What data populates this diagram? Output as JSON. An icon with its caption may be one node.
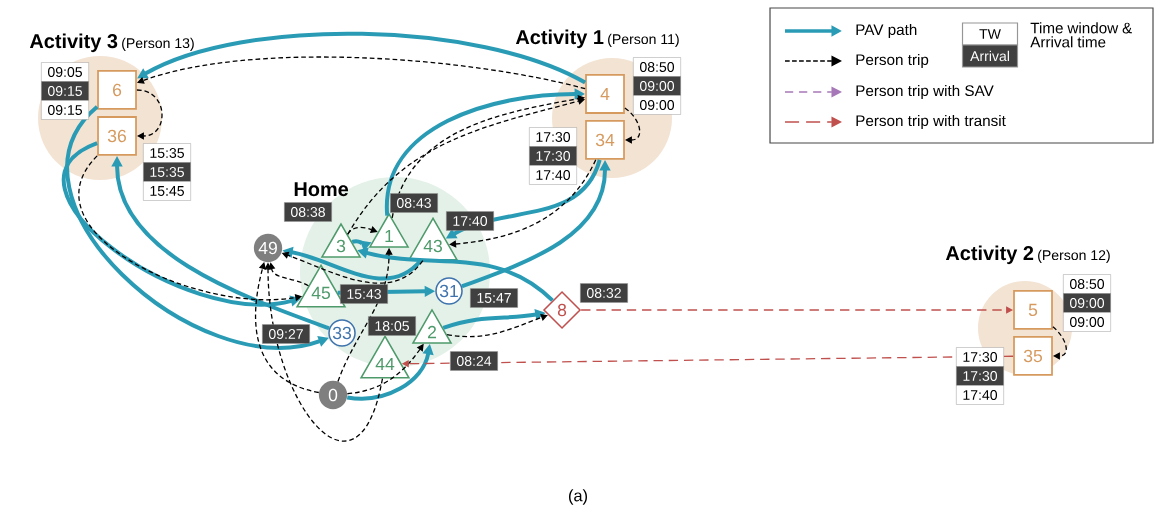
{
  "diagram": {
    "caption": "(a)",
    "nodes": [
      {
        "text": [
          "Activity 3",
          "(Person 13)"
        ]
      },
      {
        "text": [
          "6"
        ],
        "in": 0,
        "beside": [
          "09:05",
          "09:15",
          "09:15"
        ]
      },
      {
        "text": [
          "36"
        ],
        "in": 0,
        "beside": [
          "15:35",
          "15:35",
          "15:45"
        ]
      },
      {
        "text": [
          "Activity 1",
          "(Person 11)"
        ]
      },
      {
        "text": [
          "4"
        ],
        "in": 3,
        "beside": [
          "08:50",
          "09:00",
          "09:00"
        ]
      },
      {
        "text": [
          "34"
        ],
        "in": 3,
        "beside": [
          "17:30",
          "17:30",
          "17:40"
        ]
      },
      {
        "text": [
          "Home"
        ]
      },
      {
        "text": [
          "49"
        ]
      },
      {
        "text": [
          "3"
        ],
        "in": 6,
        "beside": [
          "08:38"
        ]
      },
      {
        "text": [
          "1"
        ],
        "in": 6,
        "beside": [
          "08:43"
        ]
      },
      {
        "text": [
          "43"
        ],
        "in": 6,
        "beside": [
          "17:40"
        ]
      },
      {
        "text": [
          "45"
        ],
        "in": 6,
        "beside": [
          "15:43"
        ]
      },
      {
        "text": [
          "31"
        ],
        "in": 6,
        "beside": [
          "15:47"
        ]
      },
      {
        "text": [
          "33"
        ],
        "in": 6,
        "beside": [
          "09:27"
        ]
      },
      {
        "text": [
          "44"
        ],
        "in": 6,
        "beside": [
          "18:05"
        ]
      },
      {
        "text": [
          "2"
        ],
        "in": 6,
        "beside": [
          "08:24"
        ]
      },
      {
        "text": [
          "0"
        ]
      },
      {
        "text": [
          "8"
        ],
        "beside": [
          "08:32"
        ]
      },
      {
        "text": [
          "Activity 2",
          "(Person 12)"
        ]
      },
      {
        "text": [
          "5"
        ],
        "in": 18,
        "beside": [
          "08:50",
          "09:00",
          "09:00"
        ]
      },
      {
        "text": [
          "35"
        ],
        "in": 18,
        "beside": [
          "17:30",
          "17:30",
          "17:40"
        ]
      },
      {
        "text": [
          "TW",
          "Arrival"
        ]
      }
    ],
    "edges": [
      {
        "from": 16,
        "to": 15,
        "arrow": "to",
        "style": "thick",
        "color": "#2a9bb5"
      },
      {
        "from": 15,
        "to": 17,
        "arrow": "to",
        "style": "thick",
        "color": "#2a9bb5"
      },
      {
        "from": 17,
        "to": 8,
        "arrow": "to",
        "style": "thick",
        "color": "#2a9bb5"
      },
      {
        "from": 8,
        "to": 9,
        "arrow": "to",
        "style": "thick",
        "color": "#2a9bb5"
      },
      {
        "from": 9,
        "to": 4,
        "arrow": "to",
        "style": "thick",
        "color": "#2a9bb5"
      },
      {
        "from": 4,
        "to": 1,
        "arrow": "to",
        "style": "thick",
        "color": "#2a9bb5"
      },
      {
        "from": 1,
        "to": 13,
        "arrow": "to",
        "style": "thick",
        "color": "#2a9bb5"
      },
      {
        "from": 13,
        "to": 2,
        "arrow": "to",
        "style": "thick",
        "color": "#2a9bb5"
      },
      {
        "from": 2,
        "to": 11,
        "arrow": "to",
        "style": "thick",
        "color": "#2a9bb5"
      },
      {
        "from": 11,
        "to": 12,
        "arrow": "to",
        "style": "thick",
        "color": "#2a9bb5"
      },
      {
        "from": 12,
        "to": 5,
        "arrow": "to",
        "style": "thick",
        "color": "#2a9bb5"
      },
      {
        "from": 5,
        "to": 10,
        "arrow": "to",
        "style": "thick",
        "color": "#2a9bb5"
      },
      {
        "from": 10,
        "to": 7,
        "arrow": "to",
        "style": "thick",
        "color": "#2a9bb5"
      },
      {
        "from": 16,
        "to": 15,
        "arrow": "to",
        "style": "dashed"
      },
      {
        "from": 15,
        "to": 17,
        "arrow": "to",
        "style": "dashed"
      },
      {
        "from": 8,
        "to": 9,
        "arrow": "to",
        "style": "dashed"
      },
      {
        "from": 16,
        "to": 9,
        "arrow": "to",
        "style": "dashed"
      },
      {
        "from": 9,
        "to": 4,
        "arrow": "to",
        "style": "dashed"
      },
      {
        "from": 8,
        "to": 4,
        "arrow": "to",
        "style": "dashed"
      },
      {
        "from": 4,
        "to": 1,
        "arrow": "to",
        "style": "dashed"
      },
      {
        "from": 1,
        "to": 2,
        "arrow": "to",
        "style": "dashed"
      },
      {
        "from": 2,
        "to": 11,
        "arrow": "to",
        "style": "dashed"
      },
      {
        "from": 4,
        "to": 5,
        "arrow": "to",
        "style": "dashed"
      },
      {
        "from": 5,
        "to": 10,
        "arrow": "to",
        "style": "dashed"
      },
      {
        "from": 10,
        "to": 7,
        "arrow": "to",
        "style": "dashed"
      },
      {
        "from": 11,
        "to": 7,
        "arrow": "to",
        "style": "dashed"
      },
      {
        "from": 14,
        "to": 7,
        "arrow": "to",
        "style": "dashed"
      },
      {
        "from": 16,
        "to": 7,
        "arrow": "to",
        "style": "dashed"
      },
      {
        "from": 19,
        "to": 20,
        "arrow": "to",
        "style": "dashed"
      },
      {
        "from": 17,
        "to": 19,
        "arrow": "to",
        "style": "dashed",
        "color": "#c0504d"
      },
      {
        "from": 20,
        "to": 14,
        "arrow": "to",
        "style": "dashed",
        "color": "#c0504d"
      }
    ],
    "legend": [
      {
        "text": "PAV path"
      },
      {
        "text": "Person trip"
      },
      {
        "text": "Person trip with SAV"
      },
      {
        "text": "Person trip with transit"
      },
      {
        "text": "Time window & Arrival time"
      }
    ]
  }
}
